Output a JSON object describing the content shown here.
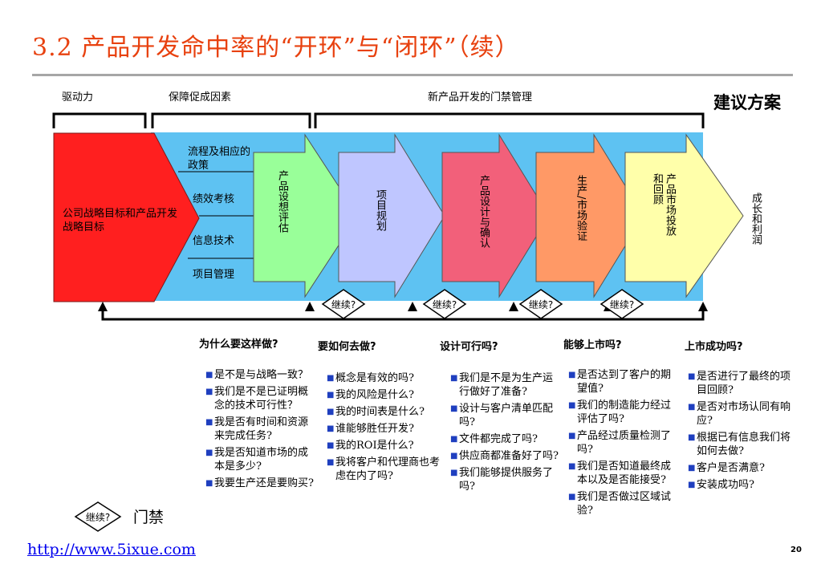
{
  "title": "3.2 产品开发命中率的“开环”与“闭环”（续）",
  "headers": {
    "drivers": "驱动力",
    "enablers": "保障促成因素",
    "gate_mgmt": "新产品开发的门禁管理"
  },
  "proposal": "建议方案",
  "strategy_box": "公司战略目标和产品开发战略目标",
  "enablers": [
    "流程及相应的政策",
    "绩效考核",
    "信息技术",
    "项目管理"
  ],
  "stages": [
    "产品设想评估",
    "项目规划",
    "产品设计与确认",
    "生产/市场验证",
    "产品市场投放和回顾"
  ],
  "outcome": "成长和利润",
  "gate_label": "继续?",
  "questions": [
    "为什么要这样做?",
    "要如何去做?",
    "设计可行吗?",
    "能够上市吗?",
    "上市成功吗?"
  ],
  "question_lists": [
    [
      "是不是与战略一致？",
      "我们是不是已证明概念的技术可行性？",
      "我是否有时间和资源来完成任务?",
      "我是否知道市场的成本是多少?",
      "我要生产还是要购买?"
    ],
    [
      "概念是有效的吗?",
      "我的风险是什么?",
      "我的时间表是什么?",
      "谁能够胜任开发?",
      "我的ROI是什么?",
      "我将客户和代理商也考虑在内了吗?"
    ],
    [
      "我们是不是为生产运行做好了准备?",
      "设计与客户清单匹配吗?",
      "文件都完成了吗?",
      "供应商都准备好了吗?",
      "我们能够提供服务了吗?"
    ],
    [
      "是否达到了客户的期望值?",
      "我们的制造能力经过评估了吗?",
      "产品经过质量检测了吗?",
      "我们是否知道最终成本以及是否能接受?",
      "我们是否做过区域试验?"
    ],
    [
      "是否进行了最终的项目回顾?",
      "是否对市场认同有响应?",
      "根据已有信息我们将如何去做?",
      "客户是否满意?",
      "安装成功吗?"
    ]
  ],
  "legend_gate_label": "继续?",
  "legend_text": "门禁",
  "footer_link": "http://www.5ixue.com",
  "page_number": "20",
  "colors": {
    "title": "#e8410f",
    "band": "#5ec2f2",
    "strategy": "#ff1f1f",
    "stage1": "#99ff99",
    "stage2": "#bfc6ff",
    "stage3": "#f2607a",
    "stage4": "#ff9966",
    "stage5": "#ffffaa"
  }
}
